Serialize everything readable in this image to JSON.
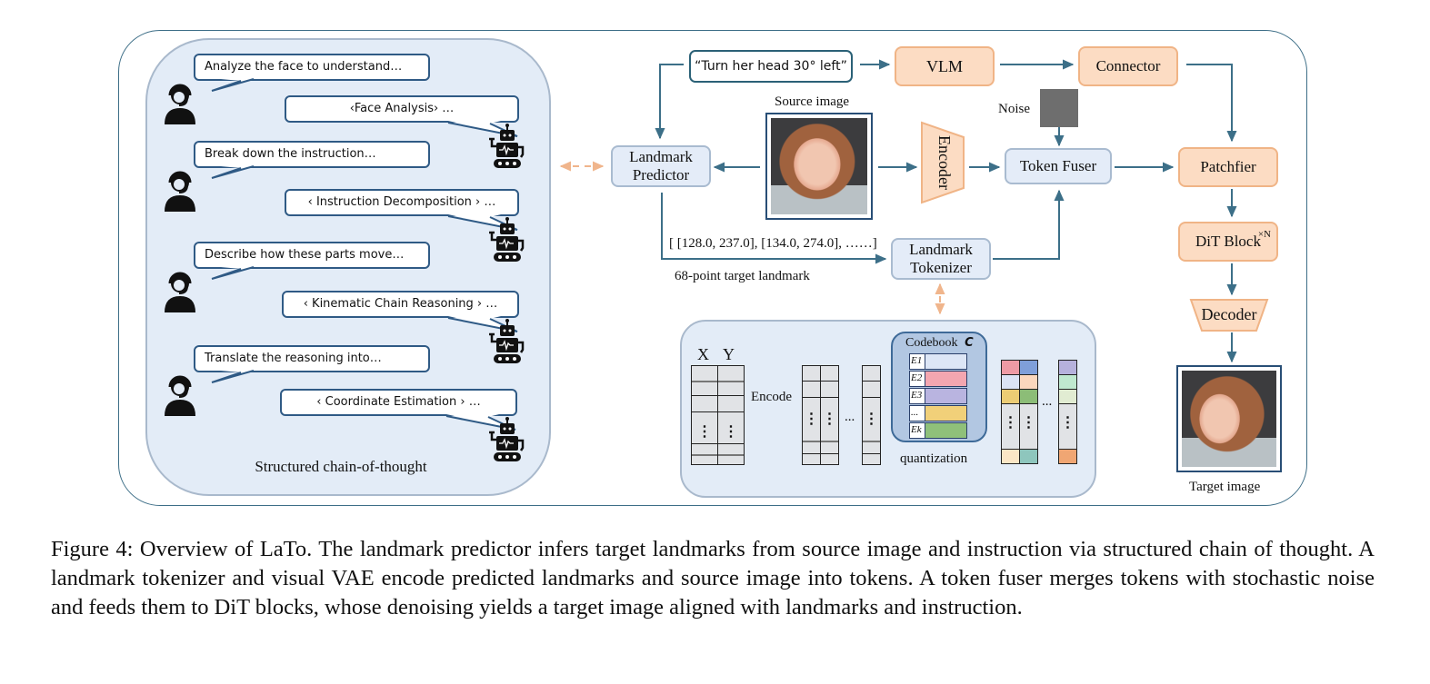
{
  "figure": {
    "caption": "Figure 4: Overview of LaTo. The landmark predictor infers target landmarks from source image and instruction via structured chain of thought. A landmark tokenizer and visual VAE encode predicted landmarks and source image into tokens. A token fuser merges tokens with stochastic noise and feeds them to DiT blocks, whose denoising yields a target image aligned with landmarks and instruction."
  },
  "chain_of_thought": {
    "label": "Structured chain-of-thought",
    "turns": [
      {
        "role": "user",
        "icon": "user-headset-icon",
        "text": "Analyze the face to understand…"
      },
      {
        "role": "assistant",
        "icon": "robot-icon",
        "text": "‹Face Analysis› …"
      },
      {
        "role": "user",
        "icon": "user-headset-icon",
        "text": "Break down the instruction…"
      },
      {
        "role": "assistant",
        "icon": "robot-icon",
        "text": "‹ Instruction Decomposition › …"
      },
      {
        "role": "user",
        "icon": "user-headset-icon",
        "text": "Describe how these parts move…"
      },
      {
        "role": "assistant",
        "icon": "robot-icon",
        "text": "‹ Kinematic Chain Reasoning › …"
      },
      {
        "role": "user",
        "icon": "user-headset-icon",
        "text": "Translate the reasoning into…"
      },
      {
        "role": "assistant",
        "icon": "robot-icon",
        "text": "‹ Coordinate Estimation › …"
      }
    ]
  },
  "pipeline": {
    "instruction": "“Turn her head 30° left”",
    "vlm": "VLM",
    "connector": "Connector",
    "source_image_label": "Source image",
    "noise_label": "Noise",
    "landmark_predictor": "Landmark Predictor",
    "encoder": "Encoder",
    "token_fuser": "Token Fuser",
    "patchifier": "Patchfier",
    "dit_block": "DiT Block",
    "dit_repeat": "×N",
    "decoder": "Decoder",
    "target_image_label": "Target image",
    "landmark_coords": "[ [128.0, 237.0], [134.0, 274.0], ……]",
    "landmark_caption": "68-point target landmark",
    "landmark_tokenizer": "Landmark Tokenizer"
  },
  "tokenizer_detail": {
    "x_label": "X",
    "y_label": "Y",
    "encode_label": "Encode",
    "ellipsis": "...",
    "vdots": "⋮",
    "codebook_title": "Codebook",
    "codebook_symbol": "C",
    "codebook_entries": [
      {
        "label": "E1",
        "color": "#dde6f6"
      },
      {
        "label": "E2",
        "color": "#f4a6b0"
      },
      {
        "label": "E3",
        "color": "#b9b4e0"
      },
      {
        "label": "...",
        "color": "#f1d079"
      },
      {
        "label": "Ek",
        "color": "#8fc07a"
      }
    ],
    "quantization_label": "quantization",
    "quantized_columns": [
      {
        "top": [
          "#ee9aa4",
          "#dbe3f4",
          "#eccc74"
        ],
        "bottom": "#fbe6c6"
      },
      {
        "top": [
          "#7f9fd9",
          "#fbd7bd",
          "#8cbd77"
        ],
        "bottom": "#8ec6bd"
      },
      {
        "top": [
          "#b6b1dc",
          "#bfe8cf",
          "#e1ecd2"
        ],
        "bottom": "#f0a673"
      }
    ]
  },
  "colors": {
    "arrow": "#3c6f88",
    "dashed_arrow": "#f0b58c",
    "orange_box": "#fcdcc3",
    "blue_box": "#e4ecf8"
  }
}
